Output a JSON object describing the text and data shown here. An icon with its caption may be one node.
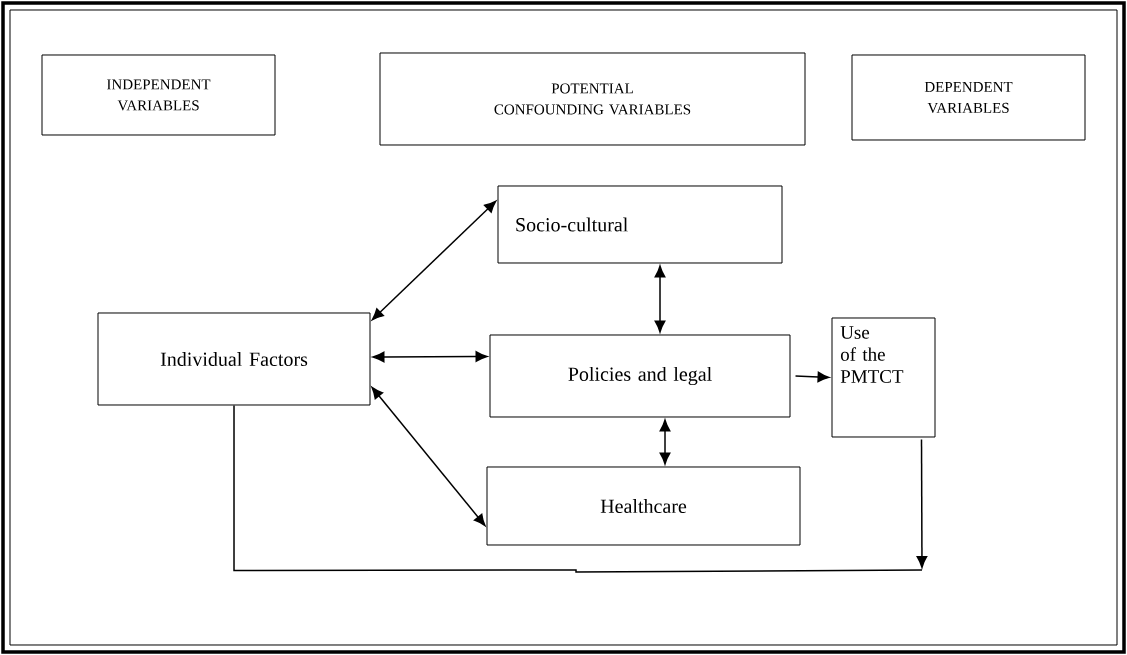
{
  "diagram": {
    "nodes": [
      {
        "text": [
          "INDEPENDENT VARIABLES"
        ]
      },
      {
        "text": [
          "POTENTIAL CONFOUNDING VARIABLES"
        ]
      },
      {
        "text": [
          "DEPENDENT VARIABLES"
        ]
      },
      {
        "text": [
          "Socio-cultural"
        ]
      },
      {
        "text": [
          "Individual Factors"
        ]
      },
      {
        "text": [
          "Policies and legal"
        ]
      },
      {
        "text": [
          "Use of the PMTCT"
        ]
      },
      {
        "text": [
          "Healthcare"
        ]
      }
    ],
    "edges": [
      {
        "from": 4,
        "to": 3,
        "arrow": "both"
      },
      {
        "from": 4,
        "to": 5,
        "arrow": "both"
      },
      {
        "from": 4,
        "to": 7,
        "arrow": "both"
      },
      {
        "from": 3,
        "to": 5,
        "arrow": "both"
      },
      {
        "from": 5,
        "to": 7,
        "arrow": "both"
      },
      {
        "from": 5,
        "to": 6,
        "arrow": "to"
      },
      {
        "from": 6,
        "to": null,
        "arrow": "to"
      },
      {
        "from": 4,
        "to": null,
        "arrow": "none"
      }
    ]
  }
}
